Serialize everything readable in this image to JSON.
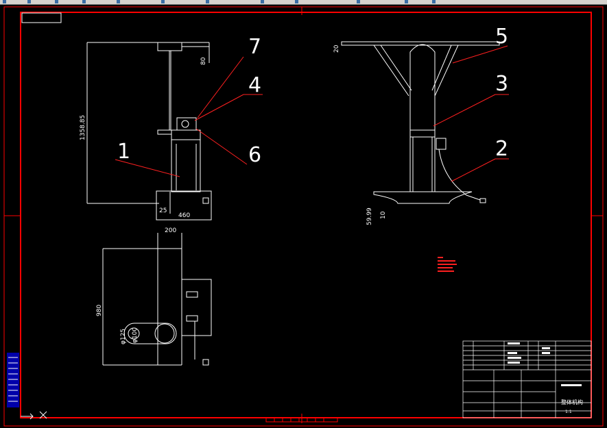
{
  "app": {
    "name": "AutoCAD drawing view"
  },
  "toolbar": {
    "icons": [
      "new-icon",
      "open-icon",
      "save-icon",
      "print-icon",
      "cut-icon",
      "copy-icon",
      "paste-icon",
      "undo-icon",
      "redo-icon",
      "zoom-icon",
      "pan-icon",
      "properties-icon"
    ]
  },
  "drawing": {
    "colors": {
      "frame": "#ff0000",
      "lines": "#ffffff",
      "leader": "#ff2020",
      "background": "#000000"
    },
    "part_numbers": {
      "p1": "1",
      "p2": "2",
      "p3": "3",
      "p4": "4",
      "p5": "5",
      "p6": "6",
      "p7": "7"
    },
    "dimensions": {
      "height_total": "1358.85",
      "top_80": "80",
      "base_25": "25",
      "base_460": "460",
      "plan_200": "200",
      "plan_980": "980",
      "circle_125": "φ125",
      "circle_100": "φ100",
      "side_20": "20",
      "side_59": "59.99",
      "side_10": "10"
    },
    "title_block": {
      "drawing_name": "整体机构",
      "scale": "1:1"
    }
  }
}
